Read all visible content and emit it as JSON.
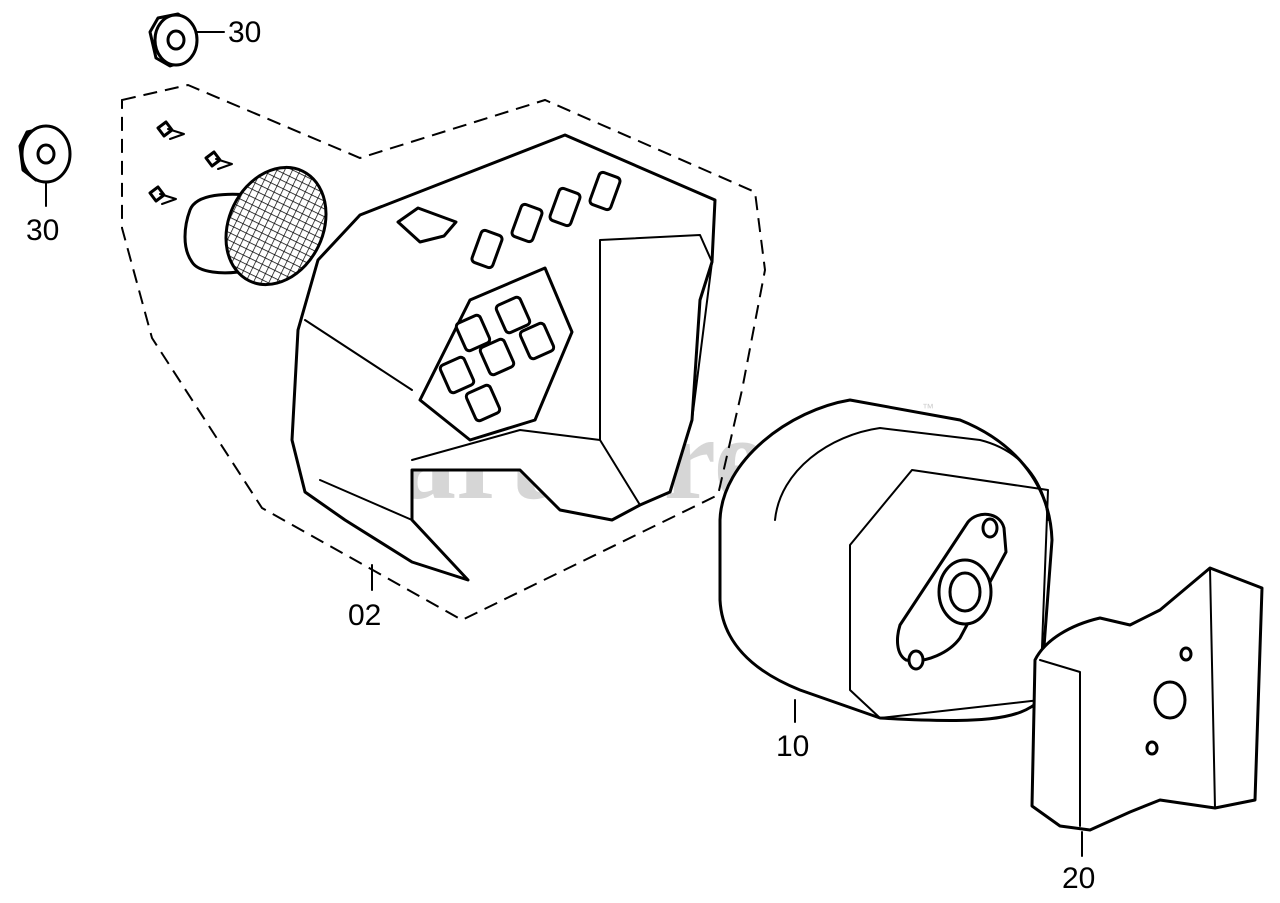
{
  "diagram": {
    "callouts": [
      {
        "id": "nut-top",
        "label": "30"
      },
      {
        "id": "nut-left",
        "label": "30"
      },
      {
        "id": "heat-shield",
        "label": "02"
      },
      {
        "id": "muffler",
        "label": "10"
      },
      {
        "id": "gasket",
        "label": "20"
      }
    ],
    "watermark": {
      "text": "PartsTree",
      "trademark": "™"
    }
  }
}
